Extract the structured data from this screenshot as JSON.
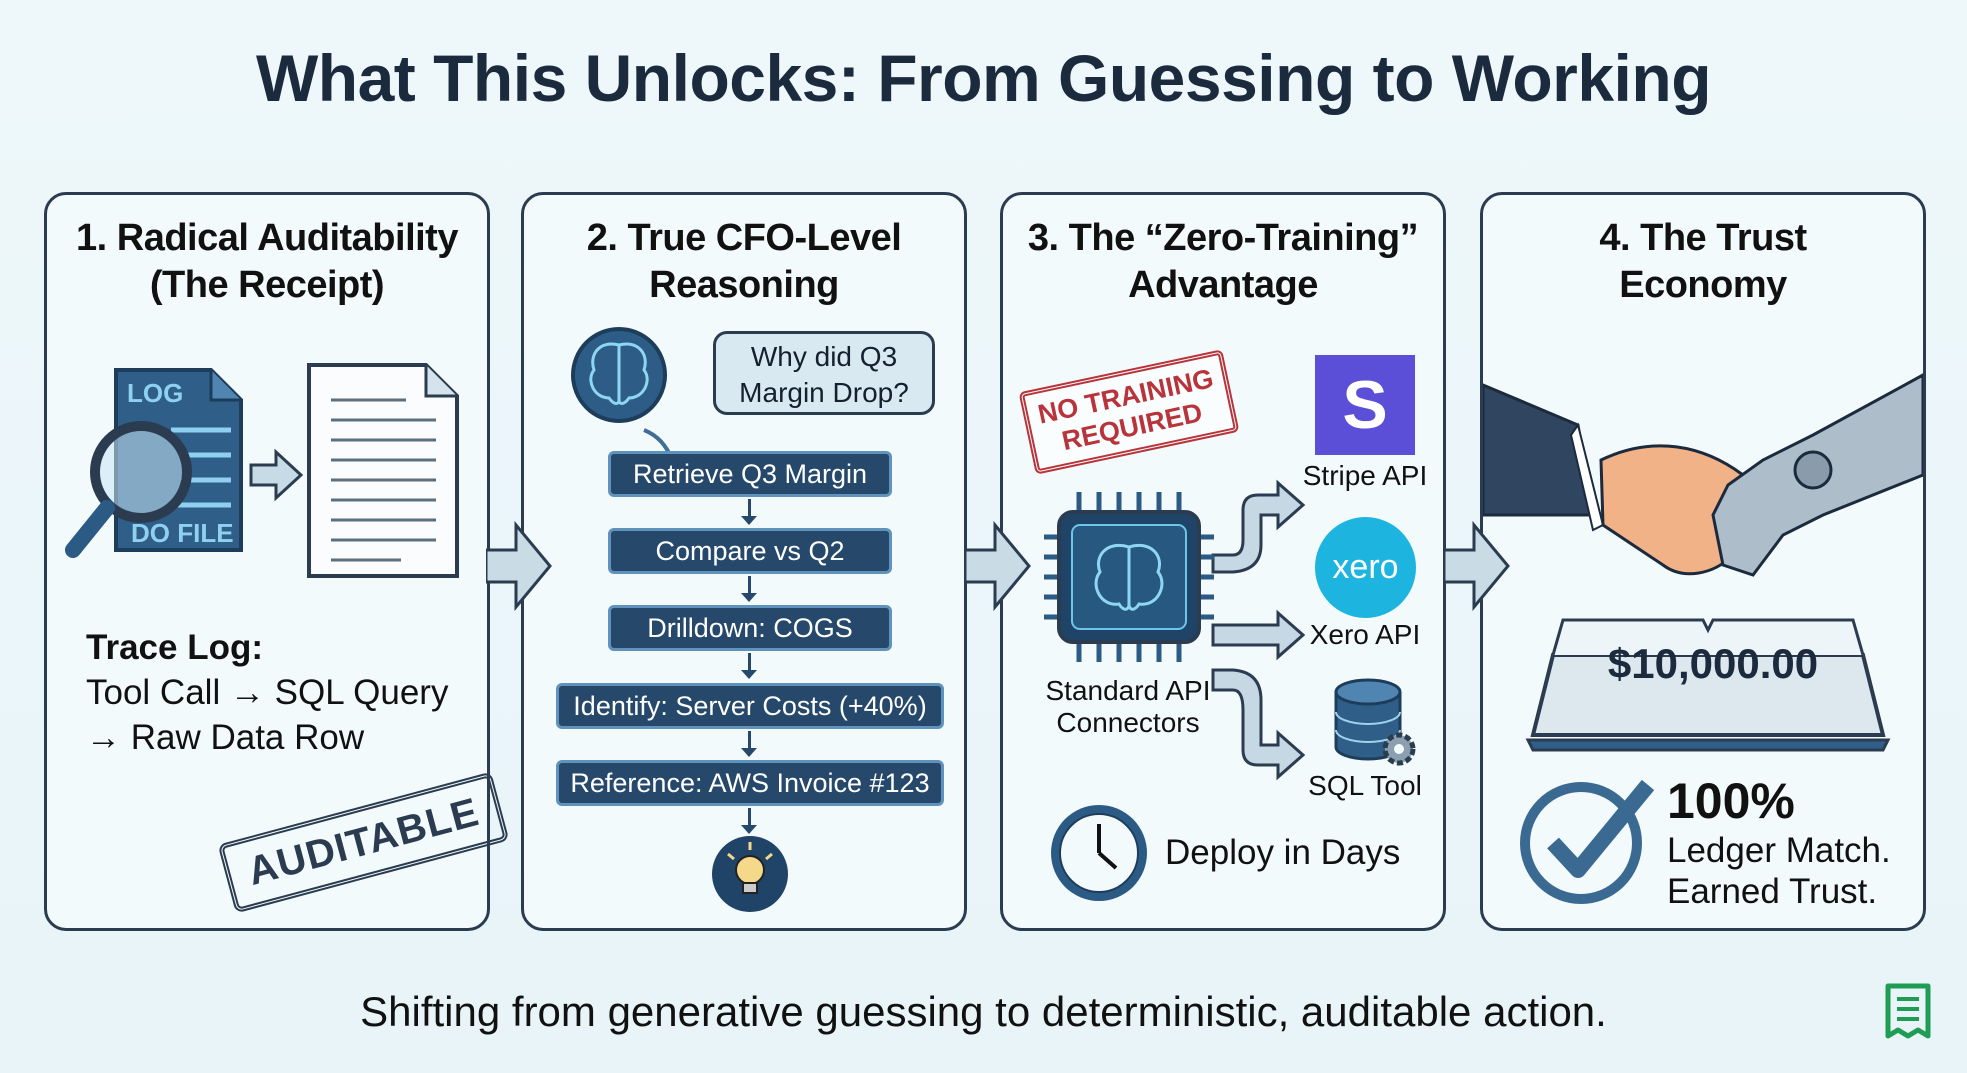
{
  "title": "What This Unlocks: From Guessing to Working",
  "subtitle": "Shifting from generative guessing to deterministic, auditable action.",
  "panels": [
    {
      "heading_line1": "1. Radical Auditability",
      "heading_line2": "(The Receipt)",
      "log_label_top": "LOG",
      "log_label_bottom": "DO FILE",
      "trace_title": "Trace Log:",
      "trace_line1": "Tool Call → SQL Query",
      "trace_line2": "→ Raw Data Row",
      "stamp": "AUDITABLE"
    },
    {
      "heading_line1": "2. True CFO-Level",
      "heading_line2": "Reasoning",
      "question_line1": "Why did Q3",
      "question_line2": "Margin Drop?",
      "steps": [
        "Retrieve Q3 Margin",
        "Compare vs Q2",
        "Drilldown: COGS",
        "Identify: Server Costs (+40%)",
        "Reference: AWS Invoice #123"
      ]
    },
    {
      "heading_line1": "3. The “Zero-Training”",
      "heading_line2": "Advantage",
      "stamp_line1": "NO TRAINING",
      "stamp_line2": "REQUIRED",
      "connector_line1": "Standard API",
      "connector_line2": "Connectors",
      "stripe_logo": "S",
      "stripe_label": "Stripe API",
      "xero_logo": "xero",
      "xero_label": "Xero API",
      "sql_label": "SQL Tool",
      "deploy": "Deploy in Days"
    },
    {
      "heading_line1": "4. The Trust",
      "heading_line2": "Economy",
      "amount": "$10,000.00",
      "percent": "100%",
      "line1": "Ledger Match.",
      "line2": "Earned Trust."
    }
  ],
  "colors": {
    "navy": "#26496b",
    "stripe": "#5a4fd6",
    "xero": "#1eb4e0",
    "stamp_red": "#b8343a",
    "badge_green": "#1f9d55"
  }
}
